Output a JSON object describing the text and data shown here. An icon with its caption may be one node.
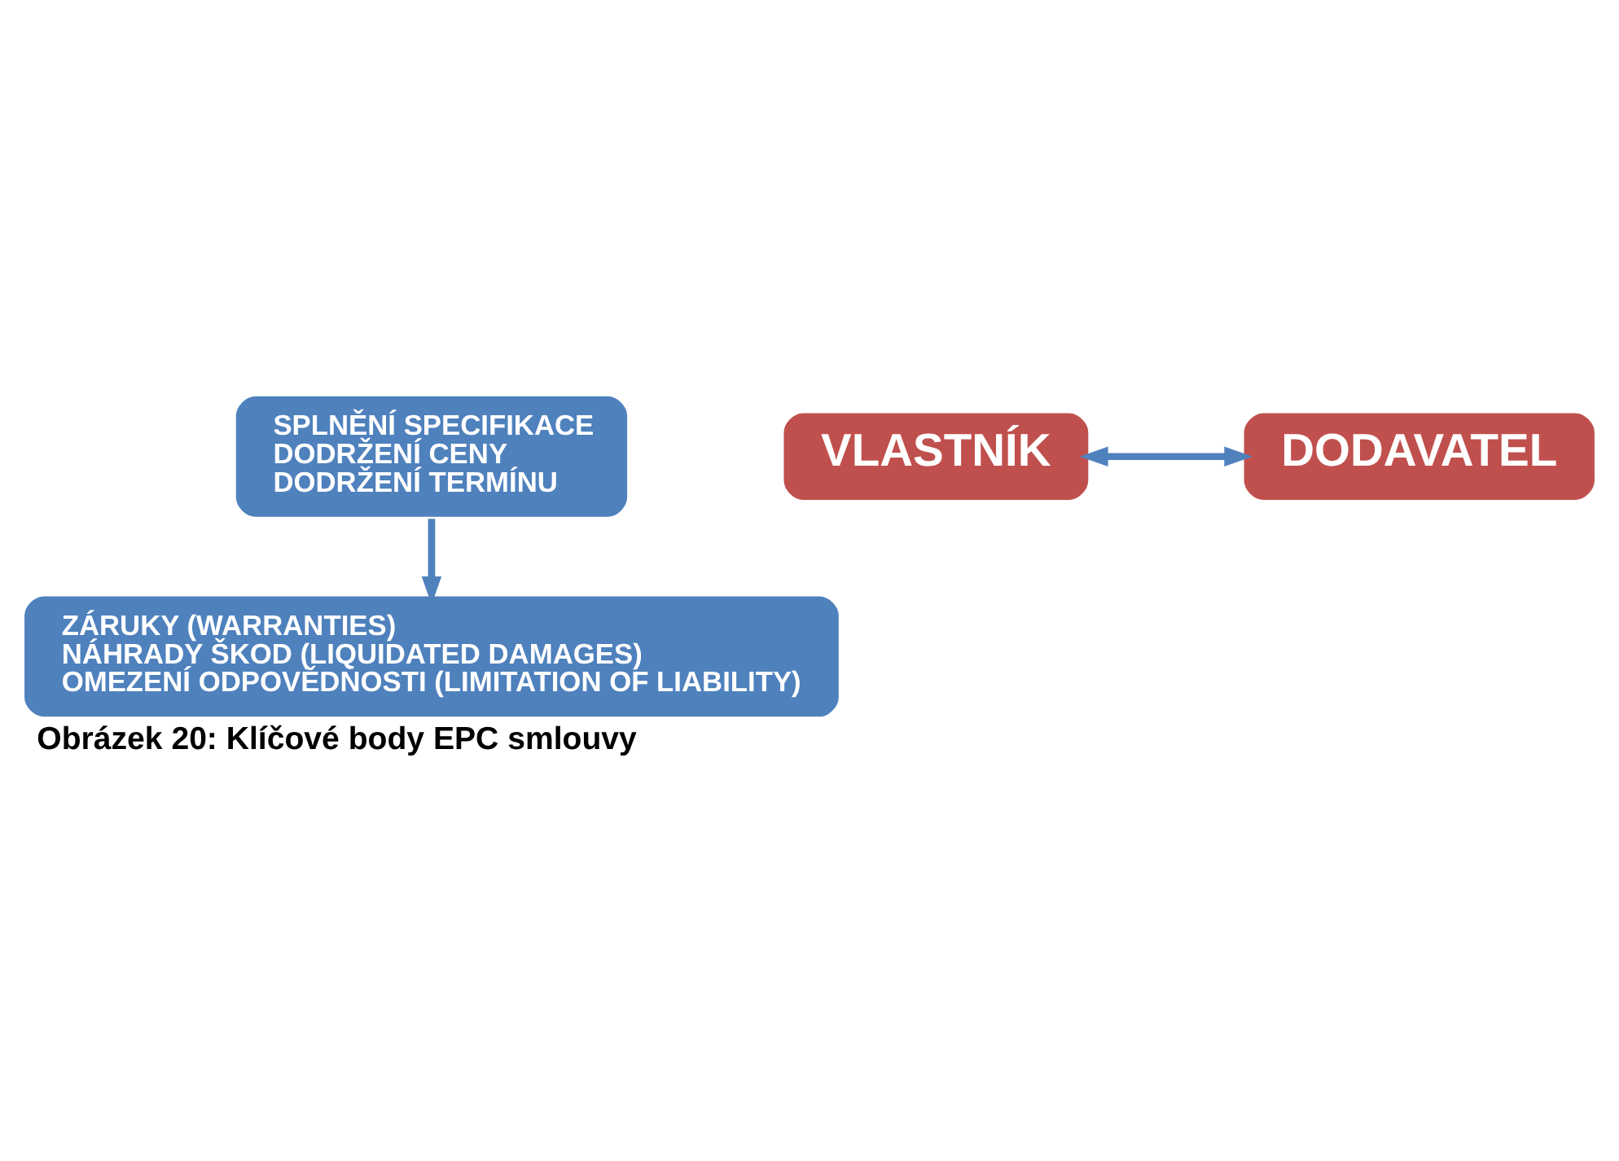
{
  "diagram": {
    "caption": "Obrázek 20: Klíčové body EPC smlouvy",
    "nodes": [
      {
        "text": [
          "SPLNĚNÍ SPECIFIKACE",
          "DODRŽENÍ CENY",
          "DODRŽENÍ TERMÍNU"
        ]
      },
      {
        "text": [
          "VLASTNÍK"
        ]
      },
      {
        "text": [
          "DODAVATEL"
        ]
      },
      {
        "text": [
          "ZÁRUKY (WARRANTIES)",
          "NÁHRADY ŠKOD (LIQUIDATED DAMAGES)",
          "OMEZENÍ ODPOVĚDNOSTI (LIMITATION OF LIABILITY)"
        ]
      }
    ],
    "edges": [
      {
        "from": 1,
        "to": 2,
        "arrow": "both"
      },
      {
        "from": 0,
        "to": 3,
        "arrow": "to"
      }
    ]
  }
}
